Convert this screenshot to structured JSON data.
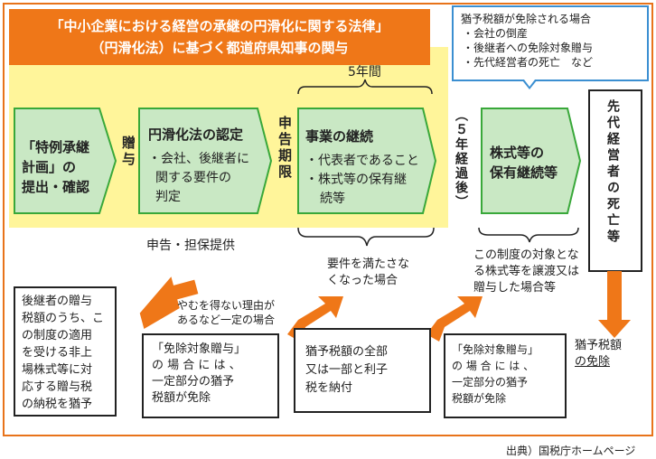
{
  "banner": {
    "line1": "「中小企業における経営の承継の円滑化に関する法律」",
    "line2": "（円滑化法）に基づく都道府県知事の関与"
  },
  "callout": {
    "title": "猶予税額が免除される場合",
    "items": [
      "会社の倒産",
      "後継者への免除対象贈与",
      "先代経営者の死亡　など"
    ]
  },
  "five_years_label": "5年間",
  "steps": {
    "plan": [
      "「特例承継",
      "計画」の",
      "提出・確認"
    ],
    "gift": "贈与",
    "certification": {
      "title": "円滑化法の認定",
      "bullet1": "・会社、後継者に",
      "bullet1b": "関する要件の",
      "bullet1c": "判定"
    },
    "deadline": "申告期限",
    "continuation": {
      "title": "事業の継続",
      "line1": "・代表者であること",
      "line2": "・株式等の保有継",
      "line3": "続等"
    },
    "after5": "（５年経過後）",
    "holding": [
      "株式等の",
      "保有継続等"
    ],
    "death": "先代経営者の死亡等"
  },
  "labels": {
    "declare": "申告・担保提供",
    "not_met": [
      "要件を満たさな",
      "くなった場合"
    ],
    "transfer": [
      "この制度の対象とな",
      "る株式等を譲渡又は",
      "贈与した場合等"
    ],
    "unavoidable": [
      "やむを得ない理由が",
      "あるなど一定の場合"
    ],
    "exempt_tax": [
      "猶予税額",
      "の免除"
    ]
  },
  "boxes": {
    "successor": [
      "後継者の贈与",
      "税額のうち、こ",
      "の制度の適用",
      "を受ける非上",
      "場株式等に対",
      "応する贈与税",
      "の納税を猶予"
    ],
    "exempt1": [
      "「免除対象贈与」",
      "の 場 合 に は 、",
      "一定部分の猶予",
      "税額が免除"
    ],
    "pay": [
      "猶予税額の全部",
      "又は一部と利子",
      "税を納付"
    ],
    "exempt2": [
      "「免除対象贈与」",
      "の 場 合 に は 、",
      "一定部分の猶予",
      "税額が免除"
    ]
  },
  "source": "出典）国税庁ホームページ",
  "colors": {
    "orange": "#ef7718",
    "green_fill": "#c9e8c4",
    "green_border": "#39a83a",
    "yellow": "#fff59a",
    "blue": "#3b8fd1"
  }
}
